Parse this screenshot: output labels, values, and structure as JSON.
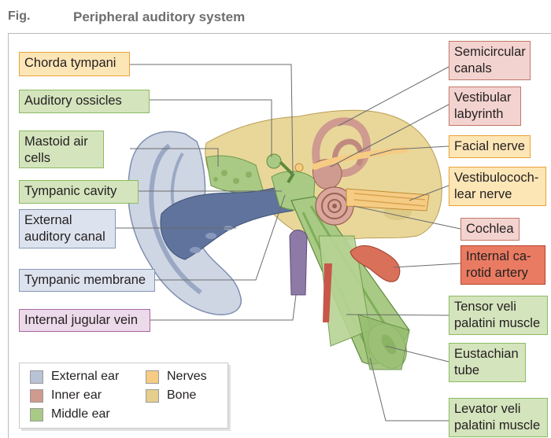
{
  "header": {
    "fig": "Fig.",
    "title": "Peripheral auditory system"
  },
  "labels": {
    "chorda_tympani": "Chorda tympani",
    "auditory_ossicles": "Auditory ossicles",
    "mastoid_air_cells": [
      "Mastoid air",
      "cells"
    ],
    "tympanic_cavity": "Tympanic cavity",
    "external_auditory_canal": [
      "External",
      "auditory canal"
    ],
    "tympanic_membrane": "Tympanic membrane",
    "internal_jugular_vein": "Internal jugular vein",
    "semicircular_canals": [
      "Semicircular",
      "canals"
    ],
    "vestibular_labyrinth": [
      "Vestibular",
      "labyrinth"
    ],
    "facial_nerve": "Facial nerve",
    "vestibulocochlear_nerve": [
      "Vestibulococh-",
      "lear nerve"
    ],
    "cochlea": "Cochlea",
    "internal_carotid_artery": [
      "Internal ca-",
      "rotid artery"
    ],
    "tensor_veli_palatini": [
      "Tensor veli",
      "palatini muscle"
    ],
    "eustachian_tube": [
      "Eustachian",
      "tube"
    ],
    "levator_veli_palatini": [
      "Levator veli",
      "palatini muscle"
    ]
  },
  "legend": [
    {
      "label": "External ear",
      "color": "#b9c3d6"
    },
    {
      "label": "Inner ear",
      "color": "#cf9a8f"
    },
    {
      "label": "Middle ear",
      "color": "#a9ca85"
    },
    {
      "label": "Nerves",
      "color": "#f6cc84"
    },
    {
      "label": "Bone",
      "color": "#e4cf8c"
    }
  ],
  "colors": {
    "external_ear": "#b9c3d6",
    "canal": "#5f739c",
    "inner_ear": "#cf9a8f",
    "middle_ear": "#a9ca85",
    "nerves": "#f6cc84",
    "bone": "#e9d79a",
    "artery": "#d9705a",
    "vein": "#8e7aa6"
  }
}
